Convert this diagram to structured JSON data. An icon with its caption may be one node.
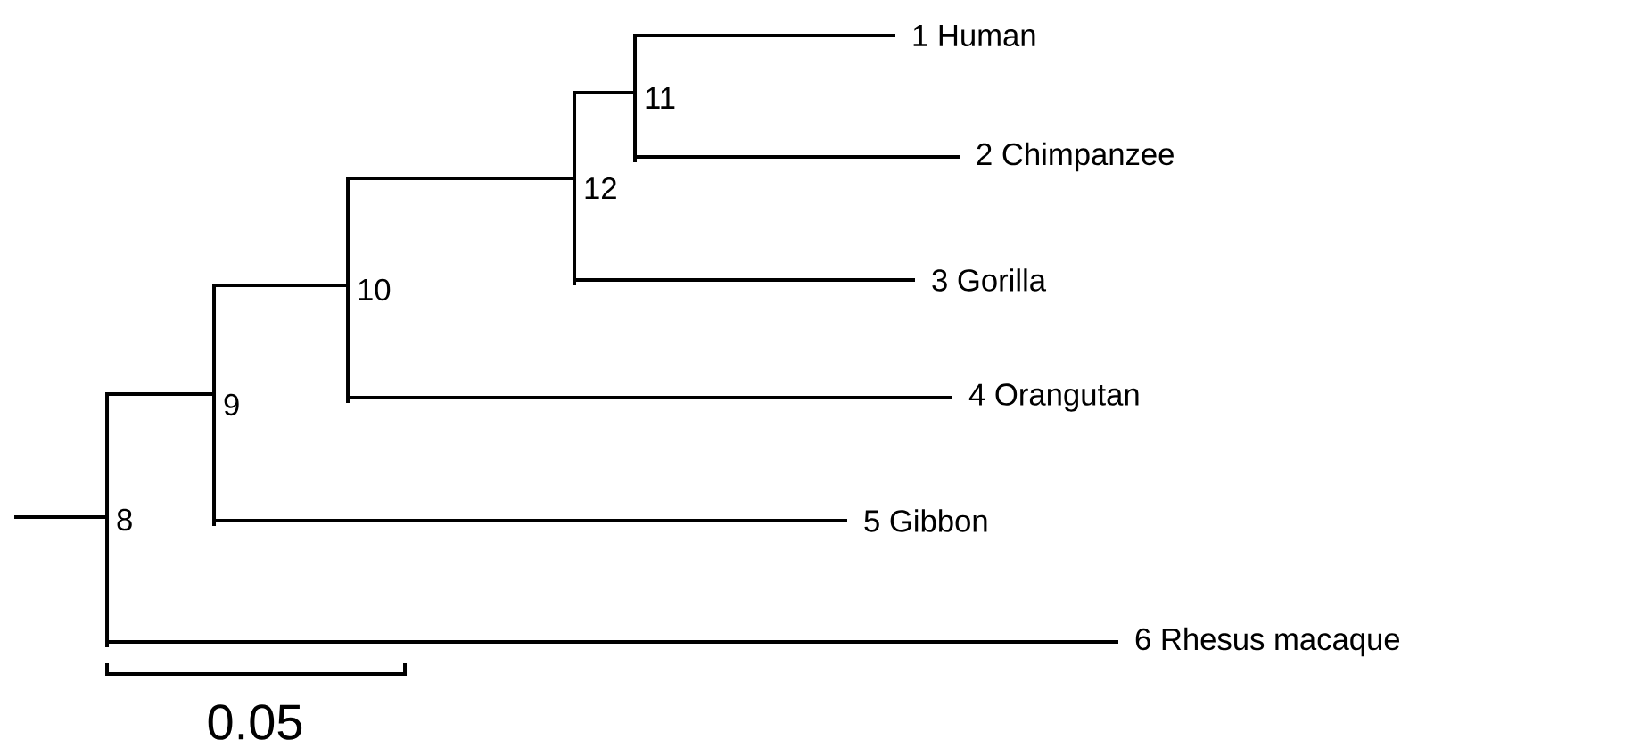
{
  "diagram": {
    "nodes": [
      {
        "text": [
          "1 Human"
        ]
      },
      {
        "text": [
          "11"
        ]
      },
      {
        "text": [
          "2 Chimpanzee"
        ]
      },
      {
        "text": [
          "12"
        ]
      },
      {
        "text": [
          "3 Gorilla"
        ]
      },
      {
        "text": [
          "10"
        ]
      },
      {
        "text": [
          "4 Orangutan"
        ]
      },
      {
        "text": [
          "9"
        ]
      },
      {
        "text": [
          "5 Gibbon"
        ]
      },
      {
        "text": [
          "8"
        ]
      },
      {
        "text": [
          "6 Rhesus macaque"
        ]
      }
    ],
    "edges": [
      {
        "from": 1,
        "to": 0,
        "arrow": "none"
      },
      {
        "from": 1,
        "to": 2,
        "arrow": "none"
      },
      {
        "from": 3,
        "to": 1,
        "arrow": "none"
      },
      {
        "from": 3,
        "to": 4,
        "arrow": "none"
      },
      {
        "from": 5,
        "to": 3,
        "arrow": "none"
      },
      {
        "from": 5,
        "to": 6,
        "arrow": "none"
      },
      {
        "from": 7,
        "to": 5,
        "arrow": "none"
      },
      {
        "from": 7,
        "to": 8,
        "arrow": "none"
      },
      {
        "from": 9,
        "to": 7,
        "arrow": "none"
      },
      {
        "from": 9,
        "to": 10,
        "arrow": "none"
      },
      {
        "from": null,
        "to": 9,
        "arrow": "none"
      }
    ],
    "labels": [
      "0.05"
    ]
  }
}
